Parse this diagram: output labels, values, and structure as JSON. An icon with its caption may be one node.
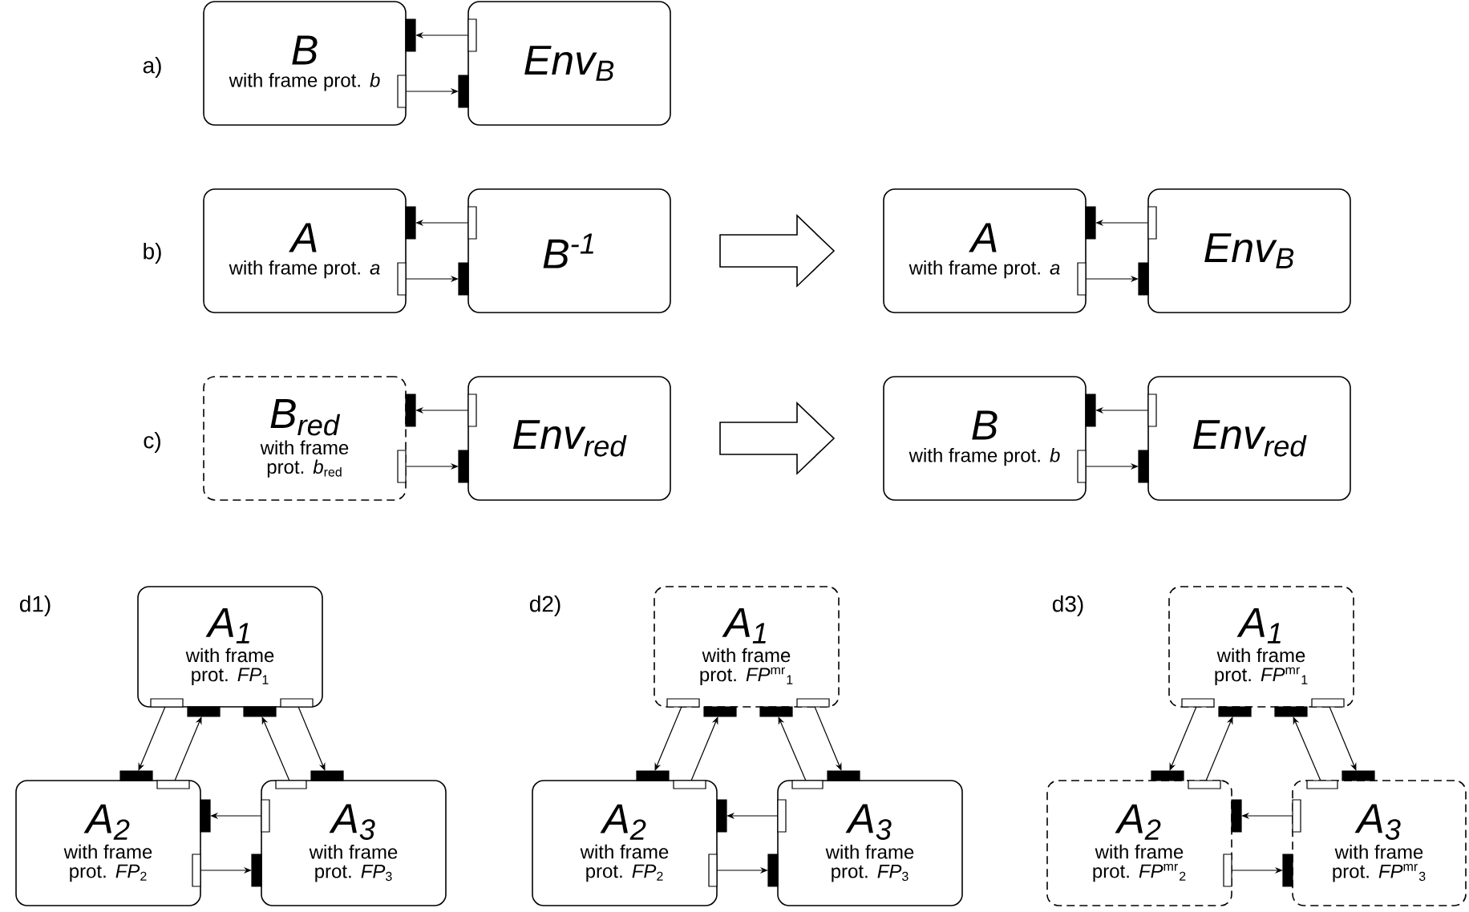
{
  "diagram": {
    "nodes": [
      {
        "text": [
          "B",
          "with frame prot. *b*"
        ]
      },
      {
        "text": [
          "Env$_{B}$"
        ]
      },
      {
        "text": [],
        "shape": "bar"
      },
      {
        "text": [],
        "shape": "box",
        "in": 1
      },
      {
        "text": [],
        "shape": "box",
        "in": 0
      },
      {
        "text": [],
        "shape": "bar"
      },
      {
        "text": [
          "A",
          "with frame prot. *a*"
        ]
      },
      {
        "text": [
          "B$^{-1}$"
        ]
      },
      {
        "text": [],
        "shape": "bar"
      },
      {
        "text": [],
        "shape": "box",
        "in": 7
      },
      {
        "text": [],
        "shape": "box",
        "in": 6
      },
      {
        "text": [],
        "shape": "bar"
      },
      {
        "text": [
          "A",
          "with frame prot. *a*"
        ]
      },
      {
        "text": [
          "Env$_{B}$"
        ]
      },
      {
        "text": [],
        "shape": "bar"
      },
      {
        "text": [],
        "shape": "box",
        "in": 13
      },
      {
        "text": [],
        "shape": "box",
        "in": 12
      },
      {
        "text": [],
        "shape": "bar"
      },
      {
        "text": [
          "B$_{red}$",
          "with frame prot. *b*$_{red}$"
        ]
      },
      {
        "text": [
          "Env$_{red}$"
        ]
      },
      {
        "text": [],
        "shape": "bar"
      },
      {
        "text": [],
        "shape": "box",
        "in": 19
      },
      {
        "text": [],
        "shape": "box",
        "in": 18
      },
      {
        "text": [],
        "shape": "bar"
      },
      {
        "text": [
          "B",
          "with frame prot. *b*"
        ]
      },
      {
        "text": [
          "Env$_{red}$"
        ]
      },
      {
        "text": [],
        "shape": "bar"
      },
      {
        "text": [],
        "shape": "box",
        "in": 25
      },
      {
        "text": [],
        "shape": "box",
        "in": 24
      },
      {
        "text": [],
        "shape": "bar"
      },
      {
        "text": [
          "A$_{1}$",
          "with frame prot. *FP*$_{1}$"
        ]
      },
      {
        "text": [
          "A$_{2}$",
          "with frame prot. *FP*$_{2}$"
        ]
      },
      {
        "text": [
          "A$_{3}$",
          "with frame prot. *FP*$_{3}$"
        ]
      },
      {
        "text": [],
        "shape": "box",
        "in": 30
      },
      {
        "text": [],
        "shape": "bar"
      },
      {
        "text": [],
        "shape": "bar"
      },
      {
        "text": [],
        "shape": "box",
        "in": 30
      },
      {
        "text": [],
        "shape": "bar"
      },
      {
        "text": [],
        "shape": "box",
        "in": 31
      },
      {
        "text": [],
        "shape": "box",
        "in": 32
      },
      {
        "text": [],
        "shape": "bar"
      },
      {
        "text": [],
        "shape": "bar"
      },
      {
        "text": [],
        "shape": "box",
        "in": 32
      },
      {
        "text": [],
        "shape": "box",
        "in": 31
      },
      {
        "text": [],
        "shape": "bar"
      },
      {
        "text": [
          "A$_{1}$",
          "with frame prot. *FP*$^{mr}$$_{1}$"
        ]
      },
      {
        "text": [
          "A$_{2}$",
          "with frame prot. *FP*$_{2}$"
        ]
      },
      {
        "text": [
          "A$_{3}$",
          "with frame prot. *FP*$_{3}$"
        ]
      },
      {
        "text": [],
        "shape": "box",
        "in": 45
      },
      {
        "text": [],
        "shape": "bar"
      },
      {
        "text": [],
        "shape": "bar"
      },
      {
        "text": [],
        "shape": "box",
        "in": 45
      },
      {
        "text": [],
        "shape": "bar"
      },
      {
        "text": [],
        "shape": "box",
        "in": 46
      },
      {
        "text": [],
        "shape": "box",
        "in": 47
      },
      {
        "text": [],
        "shape": "bar"
      },
      {
        "text": [],
        "shape": "bar"
      },
      {
        "text": [],
        "shape": "box",
        "in": 47
      },
      {
        "text": [],
        "shape": "box",
        "in": 46
      },
      {
        "text": [],
        "shape": "bar"
      },
      {
        "text": [
          "A$_{1}$",
          "with frame prot. *FP*$^{mr}$$_{1}$"
        ]
      },
      {
        "text": [
          "A$_{2}$",
          "with frame prot. *FP*$^{mr}$$_{2}$"
        ]
      },
      {
        "text": [
          "A$_{3}$",
          "with frame prot. *FP*$^{mr}$$_{3}$"
        ]
      },
      {
        "text": [],
        "shape": "box",
        "in": 60
      },
      {
        "text": [],
        "shape": "bar"
      },
      {
        "text": [],
        "shape": "bar"
      },
      {
        "text": [],
        "shape": "box",
        "in": 60
      },
      {
        "text": [],
        "shape": "bar"
      },
      {
        "text": [],
        "shape": "box",
        "in": 61
      },
      {
        "text": [],
        "shape": "box",
        "in": 62
      },
      {
        "text": [],
        "shape": "bar"
      },
      {
        "text": [],
        "shape": "bar"
      },
      {
        "text": [],
        "shape": "box",
        "in": 62
      },
      {
        "text": [],
        "shape": "box",
        "in": 61
      },
      {
        "text": [],
        "shape": "bar"
      }
    ],
    "edges": [
      {
        "from": 3,
        "to": 2,
        "arrow": "to"
      },
      {
        "from": 4,
        "to": 5,
        "arrow": "to"
      },
      {
        "from": 9,
        "to": 8,
        "arrow": "to"
      },
      {
        "from": 10,
        "to": 11,
        "arrow": "to"
      },
      {
        "from": 7,
        "to": 12,
        "arrow": "to",
        "style": "thick"
      },
      {
        "from": 15,
        "to": 14,
        "arrow": "to"
      },
      {
        "from": 16,
        "to": 17,
        "arrow": "to"
      },
      {
        "from": 21,
        "to": 20,
        "arrow": "to"
      },
      {
        "from": 22,
        "to": 23,
        "arrow": "to"
      },
      {
        "from": 19,
        "to": 24,
        "arrow": "to",
        "style": "thick"
      },
      {
        "from": 27,
        "to": 26,
        "arrow": "to"
      },
      {
        "from": 28,
        "to": 29,
        "arrow": "to"
      },
      {
        "from": 33,
        "to": 37,
        "arrow": "to"
      },
      {
        "from": 38,
        "to": 34,
        "arrow": "to"
      },
      {
        "from": 39,
        "to": 35,
        "arrow": "to"
      },
      {
        "from": 36,
        "to": 40,
        "arrow": "to"
      },
      {
        "from": 42,
        "to": 41,
        "arrow": "to"
      },
      {
        "from": 43,
        "to": 44,
        "arrow": "to"
      },
      {
        "from": 48,
        "to": 52,
        "arrow": "to"
      },
      {
        "from": 53,
        "to": 49,
        "arrow": "to"
      },
      {
        "from": 54,
        "to": 50,
        "arrow": "to"
      },
      {
        "from": 51,
        "to": 55,
        "arrow": "to"
      },
      {
        "from": 57,
        "to": 56,
        "arrow": "to"
      },
      {
        "from": 58,
        "to": 59,
        "arrow": "to"
      },
      {
        "from": 63,
        "to": 67,
        "arrow": "to"
      },
      {
        "from": 68,
        "to": 64,
        "arrow": "to"
      },
      {
        "from": 69,
        "to": 65,
        "arrow": "to"
      },
      {
        "from": 66,
        "to": 70,
        "arrow": "to"
      },
      {
        "from": 72,
        "to": 71,
        "arrow": "to"
      },
      {
        "from": 73,
        "to": 74,
        "arrow": "to"
      }
    ],
    "labels": [
      "a)",
      "b)",
      "c)",
      "d1)",
      "d2)",
      "d3)"
    ]
  }
}
